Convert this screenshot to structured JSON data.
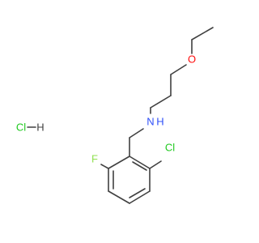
{
  "molecule": {
    "atom_labels": {
      "oxygen": "O",
      "nitrogen": "N",
      "amine_hydrogen": "H",
      "chlorine": "Cl",
      "fluorine": "F",
      "salt_chlorine": "Cl",
      "salt_hydrogen": "H"
    },
    "colors": {
      "bond": "#404040",
      "oxygen": "#ff0d0d",
      "nitrogen": "#3050f8",
      "chlorine": "#1fc91f",
      "fluorine": "#90e050",
      "salt": "#404040"
    }
  }
}
